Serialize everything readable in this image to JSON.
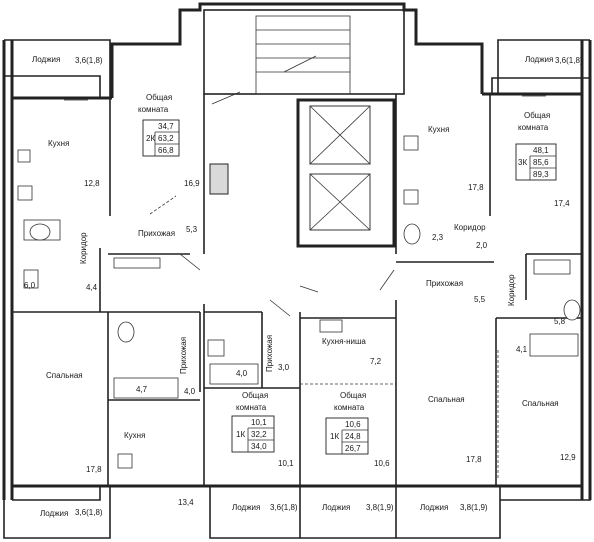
{
  "rooms": {
    "loggia": "Лоджия",
    "kitchen": "Кухня",
    "common_room_1": "Общая",
    "common_room_2": "комната",
    "hall": "Прихожая",
    "corridor": "Коридор",
    "bedroom": "Спальная",
    "kitchen_niche": "Кухня-ниша"
  },
  "apartments": {
    "a2k": {
      "type": "2К",
      "living": "34,7",
      "total": "63,2",
      "full": "66,8"
    },
    "a3k": {
      "type": "3К",
      "living": "48,1",
      "total": "85,6",
      "full": "89,3"
    },
    "a1k_left": {
      "type": "1К",
      "living": "10,1",
      "total": "32,2",
      "full": "34,0"
    },
    "a1k_right": {
      "type": "1К",
      "living": "10,6",
      "total": "24,8",
      "full": "26,7"
    }
  },
  "areas": {
    "loggia_tl": "3,6(1,8)",
    "loggia_tr": "3,6(1,8)",
    "loggia_bl": "3,6(1,8)",
    "loggia_bc": "3,6(1,8)",
    "loggia_bm": "3,8(1,9)",
    "loggia_br": "3,8(1,9)",
    "kitchen_tl": "12,8",
    "living_2k": "16,9",
    "hall_2k": "5,3",
    "bath_2k": "6,0",
    "corridor_2k": "4,4",
    "bedroom_2k": "17,8",
    "bath_l1k": "4,7",
    "hall_l1k": "4,0",
    "kitchen_l1k": "13,4",
    "bath_r1k": "4,0",
    "hall_r1k": "3,0",
    "living_l1k": "10,1",
    "niche_r1k": "7,2",
    "living_r1k": "10,6",
    "kitchen_3k": "17,8",
    "wc_3k": "2,3",
    "corridor_3k": "2,0",
    "hall_3k": "5,5",
    "living_3k": "17,4",
    "bath_3k": "5,8",
    "corridor2_3k": "4,1",
    "bedroom_3k_a": "17,8",
    "bedroom_3k_b": "12,9"
  }
}
